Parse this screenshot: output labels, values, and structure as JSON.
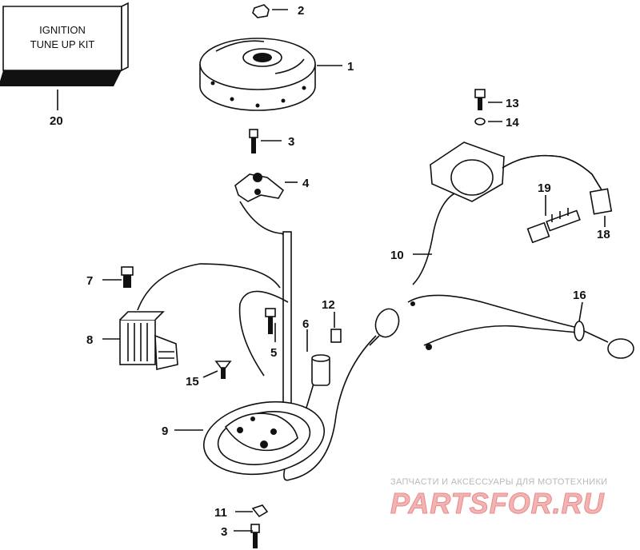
{
  "kit": {
    "line1": "IGNITION",
    "line2": "TUNE UP KIT"
  },
  "callouts": [
    {
      "id": "c1",
      "text": "1"
    },
    {
      "id": "c2",
      "text": "2"
    },
    {
      "id": "c3a",
      "text": "3"
    },
    {
      "id": "c4",
      "text": "4"
    },
    {
      "id": "c5",
      "text": "5"
    },
    {
      "id": "c6",
      "text": "6"
    },
    {
      "id": "c7",
      "text": "7"
    },
    {
      "id": "c8",
      "text": "8"
    },
    {
      "id": "c9",
      "text": "9"
    },
    {
      "id": "c10",
      "text": "10"
    },
    {
      "id": "c11",
      "text": "11"
    },
    {
      "id": "c12",
      "text": "12"
    },
    {
      "id": "c13",
      "text": "13"
    },
    {
      "id": "c14",
      "text": "14"
    },
    {
      "id": "c15",
      "text": "15"
    },
    {
      "id": "c16",
      "text": "16"
    },
    {
      "id": "c18",
      "text": "18"
    },
    {
      "id": "c19",
      "text": "19"
    },
    {
      "id": "c20",
      "text": "20"
    },
    {
      "id": "c3b",
      "text": "3"
    }
  ],
  "watermark": {
    "tagline": "ЗАПЧАСТИ И АКСЕССУАРЫ ДЛЯ МОТОТЕХНИКИ",
    "brand": "PARTSFOR.RU"
  },
  "colors": {
    "ink": "#111111",
    "watermark_red": "#e58c8c",
    "watermark_gray": "#b9b9b9"
  }
}
